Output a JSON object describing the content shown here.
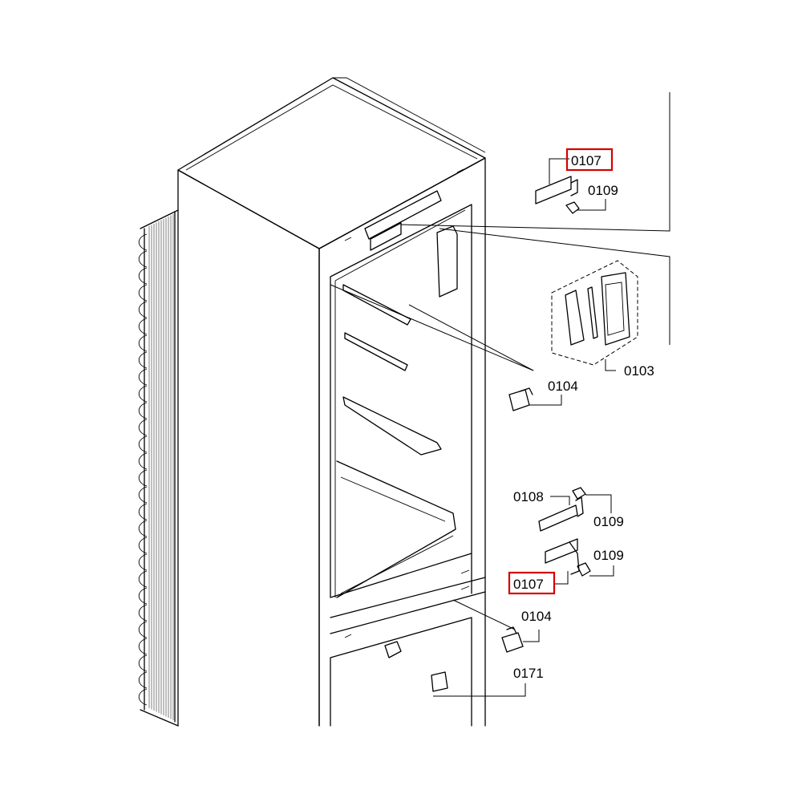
{
  "parts": {
    "p0107_top": "0107",
    "p0109_top": "0109",
    "p0103": "0103",
    "p0104_top": "0104",
    "p0108": "0108",
    "p0109_mid": "0109",
    "p0109_low": "0109",
    "p0107_low": "0107",
    "p0104_low": "0104",
    "p0171": "0171"
  },
  "highlight_color": "#d40000"
}
